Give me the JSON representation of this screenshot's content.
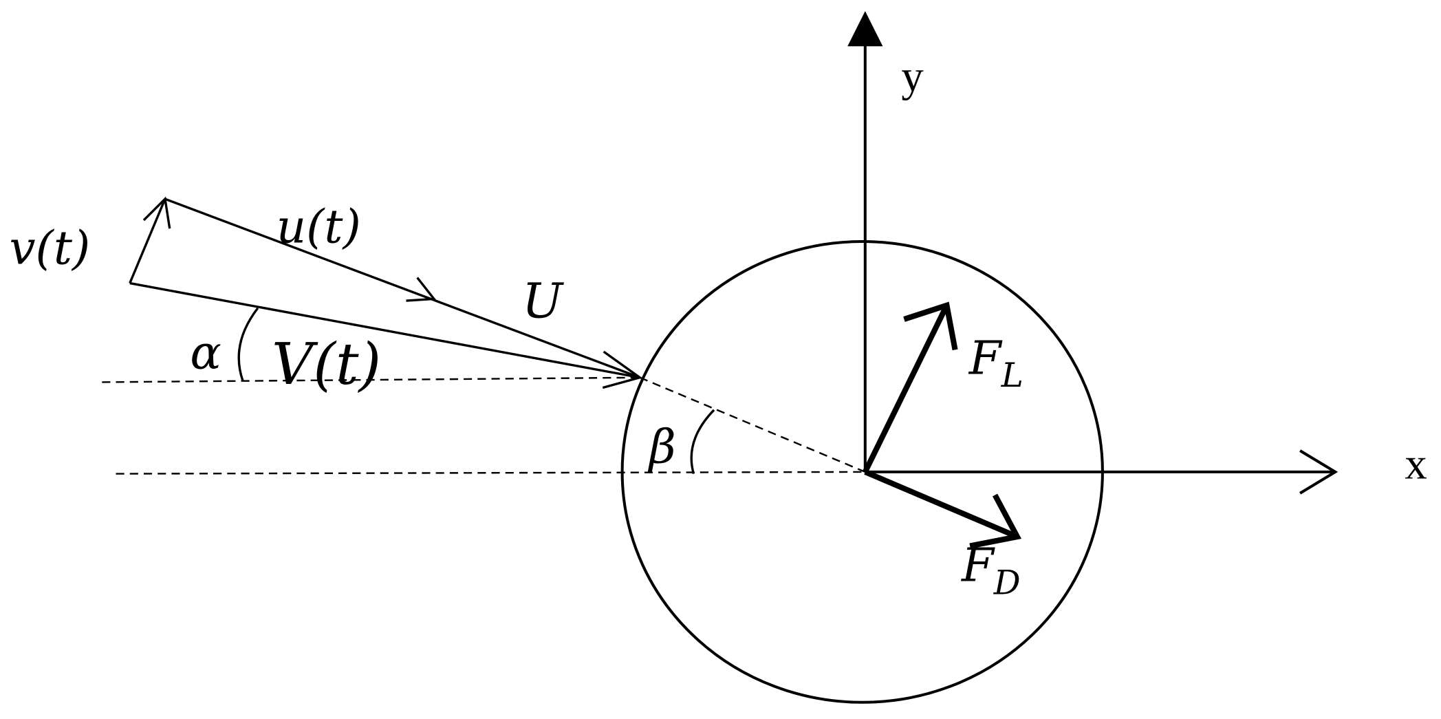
{
  "colors": {
    "background": "#ffffff",
    "ink": "#000000"
  },
  "labels": {
    "y_axis": "y",
    "x_axis": "x",
    "v_t": "v(t)",
    "u_t": "u(t)",
    "U": "U",
    "alpha": "α",
    "V_t": "V(t)",
    "beta": "β",
    "F_L_main": "F",
    "F_L_sub": "L",
    "F_D_main": "F",
    "F_D_sub": "D"
  }
}
